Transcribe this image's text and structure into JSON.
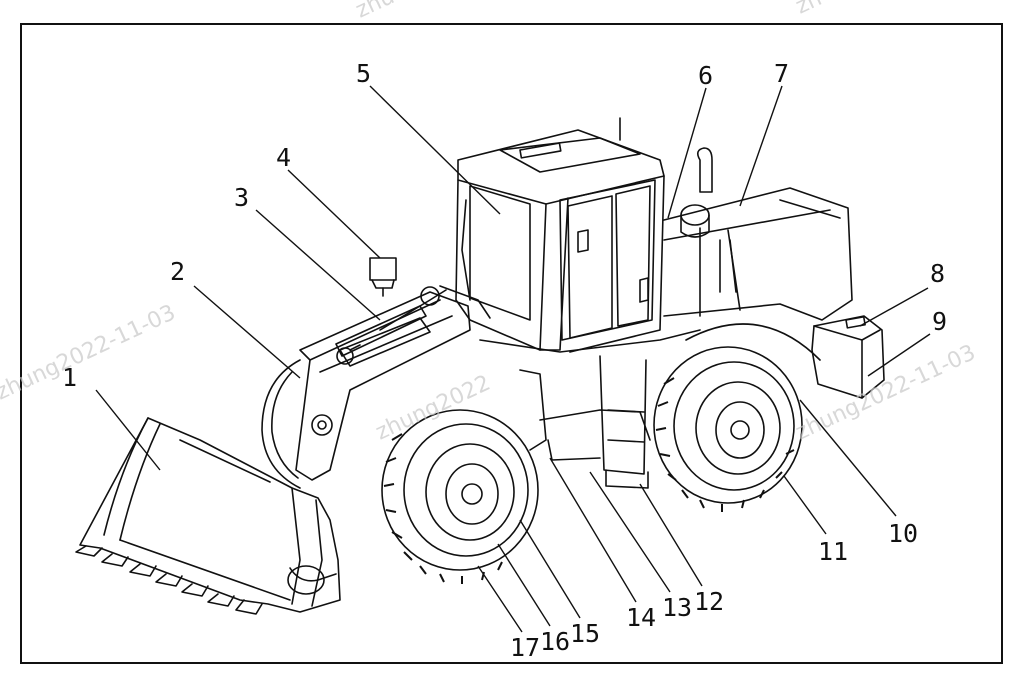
{
  "diagram": {
    "callouts": [
      "1",
      "2",
      "3",
      "4",
      "5",
      "6",
      "7",
      "8",
      "9",
      "10",
      "11",
      "12",
      "13",
      "14",
      "15",
      "16",
      "17"
    ]
  },
  "watermark": {
    "text_left": "zhung2022-11-03",
    "text_right": "zhung2022-11-03",
    "text_center": "zhung2022",
    "text_top_a": "zhu",
    "text_top_b": "zh"
  }
}
